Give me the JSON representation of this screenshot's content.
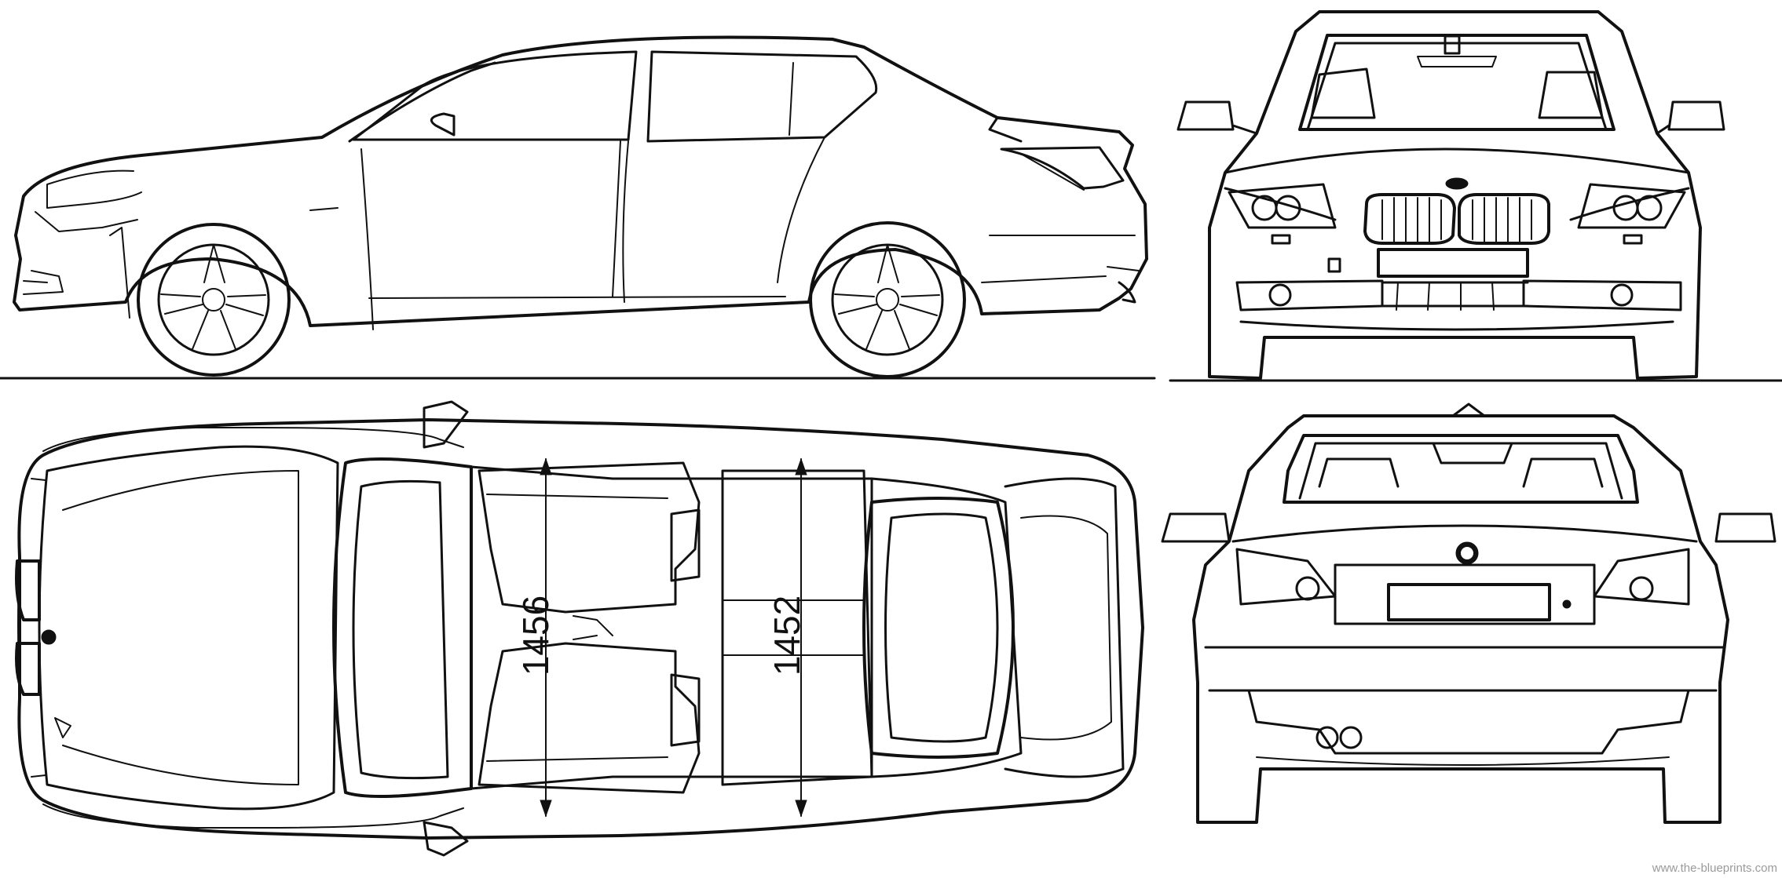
{
  "blueprint": {
    "views": [
      {
        "name": "side"
      },
      {
        "name": "front"
      },
      {
        "name": "top"
      },
      {
        "name": "rear"
      }
    ],
    "dimensions": {
      "front_track": "1456",
      "rear_track": "1452"
    },
    "watermark": "www.the-blueprints.com"
  }
}
